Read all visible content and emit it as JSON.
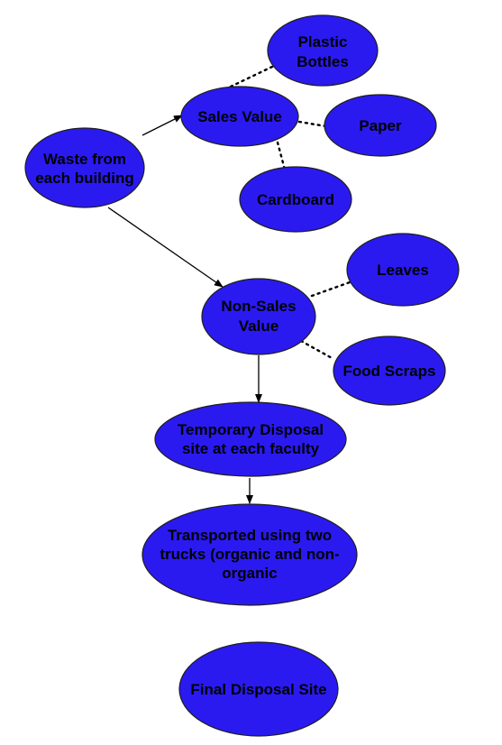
{
  "colors": {
    "node_fill": "#2a1af0",
    "text": "#000000",
    "line": "#000000"
  },
  "nodes": {
    "waste": "Waste from each building",
    "sales": "Sales Value",
    "plastic": "Plastic Bottles",
    "paper": "Paper",
    "cardboard": "Cardboard",
    "nonsales": "Non-Sales Value",
    "leaves": "Leaves",
    "food": "Food Scraps",
    "temporary": "Temporary Disposal site at each faculty",
    "transport": "Transported using two trucks (organic and non-organic",
    "final": "Final Disposal Site"
  },
  "lines": {
    "l1": {
      "waste": "Waste from",
      "sales": "Sales Value",
      "plastic": "Plastic",
      "paper": "Paper",
      "cardboard": "Cardboard",
      "nonsales": "Non-Sales",
      "leaves": "Leaves",
      "food": "Food Scraps",
      "temporary": "Temporary Disposal",
      "transport": "Transported using two",
      "final": "Final Disposal Site"
    },
    "l2": {
      "waste": "each building",
      "plastic": "Bottles",
      "nonsales": "Value",
      "temporary": "site at each faculty",
      "transport": "trucks (organic and non-"
    },
    "l3": {
      "transport": "organic"
    }
  }
}
